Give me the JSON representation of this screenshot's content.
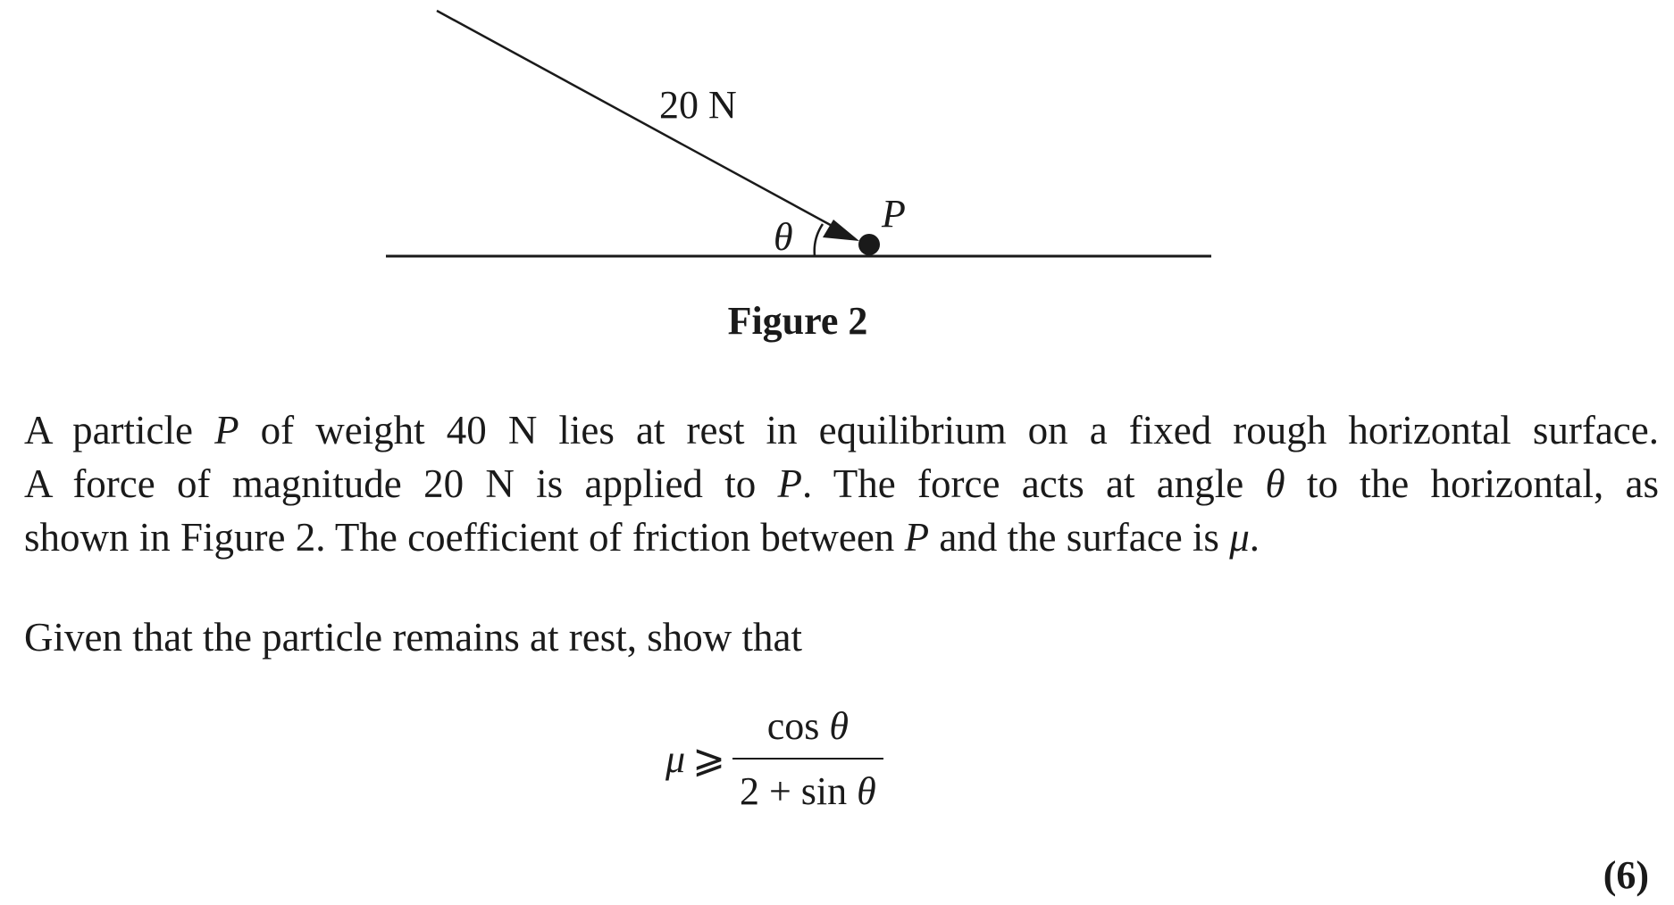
{
  "figure": {
    "force_label": "20 N",
    "angle_label": "θ",
    "particle_label": "P",
    "caption": "Figure 2"
  },
  "question": {
    "line1": {
      "a": "A particle ",
      "b": "P",
      "c": " of weight 40 N lies at rest in equilibrium on a fixed rough horizontal surface."
    },
    "line2": {
      "a": "A force of magnitude 20 N is applied to ",
      "b": "P",
      "c": ".  The force acts at angle ",
      "d": "θ",
      "e": " to the horizontal, as"
    },
    "line3": {
      "a": "shown in Figure 2. The coefficient of friction between ",
      "b": "P",
      "c": " and the surface is ",
      "d": "μ",
      "e": "."
    },
    "given": "Given that the particle remains at rest, show that",
    "formula": {
      "lhs": "μ",
      "relation": "⩾",
      "numerator_fn": "cos ",
      "numerator_var": "θ",
      "denominator_fn": "2 + sin ",
      "denominator_var": "θ"
    },
    "marks": "(6)"
  }
}
